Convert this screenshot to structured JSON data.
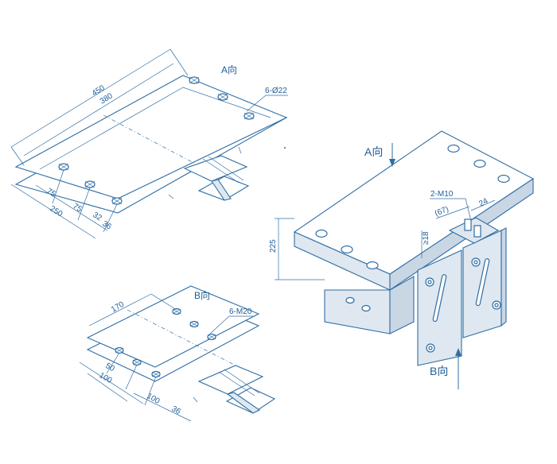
{
  "view_a": {
    "title": "A向",
    "dim_450": "450",
    "dim_380": "380",
    "dim_holes": "6-Ø22",
    "dim_75a": "75",
    "dim_75b": "75",
    "dim_250": "250",
    "dim_32": "32",
    "dim_36": "36"
  },
  "view_b": {
    "title": "B向",
    "dim_170": "170",
    "dim_holes": "6-M20",
    "dim_50": "50",
    "dim_100a": "100",
    "dim_100b": "100",
    "dim_36": "36"
  },
  "iso_view": {
    "arrow_a_label": "A向",
    "arrow_b_label": "B向",
    "dim_225": "225",
    "dim_18": "≥18",
    "dim_bolts": "2-M10",
    "dim_67": "(67)",
    "dim_24": "24"
  },
  "colors": {
    "line": "#2f6ea5",
    "text": "#1f5e97",
    "shade": "#dfe7f0"
  }
}
